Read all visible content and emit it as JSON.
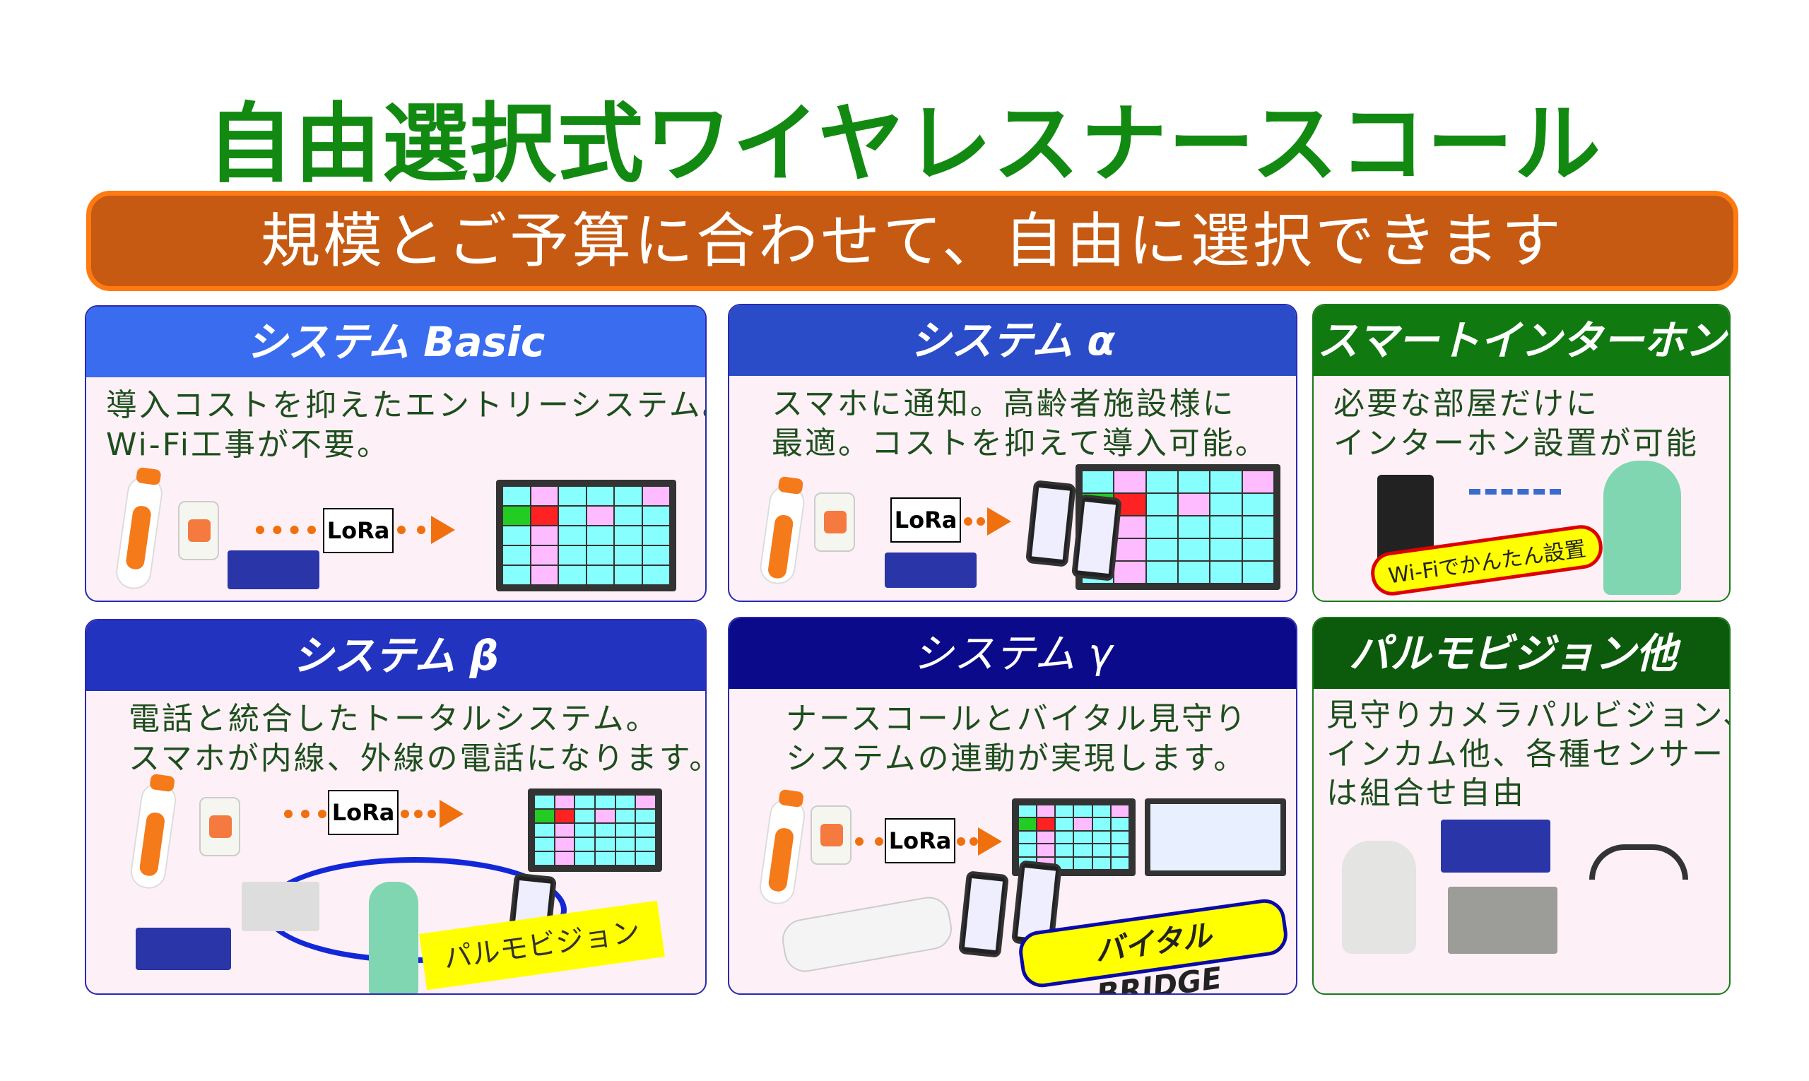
{
  "title": "自由選択式ワイヤレスナースコール",
  "banner": "規模とご予算に合わせて、自由に選択できます",
  "lora": "LoRa",
  "cards": {
    "basic": {
      "header": "システム Basic",
      "body": "導入コストを抑えたエントリーシステム。\nWi-Fi工事が不要。",
      "color": "#3a6cf0"
    },
    "alpha": {
      "header": "システム α",
      "body": "スマホに通知。高齢者施設様に\n最適。コストを抑えて導入可能。",
      "color": "#2a4cc8"
    },
    "intercom": {
      "header": "スマートインターホン",
      "body": "必要な部屋だけに\nインターホン設置が可能",
      "label": "Wi-Fiでかんたん設置",
      "color": "#107a10"
    },
    "beta": {
      "header": "システム β",
      "body": "電話と統合したトータルシステム。\nスマホが内線、外線の電話になります。",
      "label": "パルモビジョン",
      "color": "#2233c0"
    },
    "gamma": {
      "header": "システム γ",
      "body": "ナースコールとバイタル見守り\nシステムの連動が実現します。",
      "label": "バイタルBRIDGE",
      "color": "#0a0a8a"
    },
    "pal": {
      "header": "パルモビジョン他",
      "body": "見守りカメラパルビジョン、\nインカム他、各種センサー\nは組合せ自由",
      "color": "#0c5a0c"
    }
  }
}
